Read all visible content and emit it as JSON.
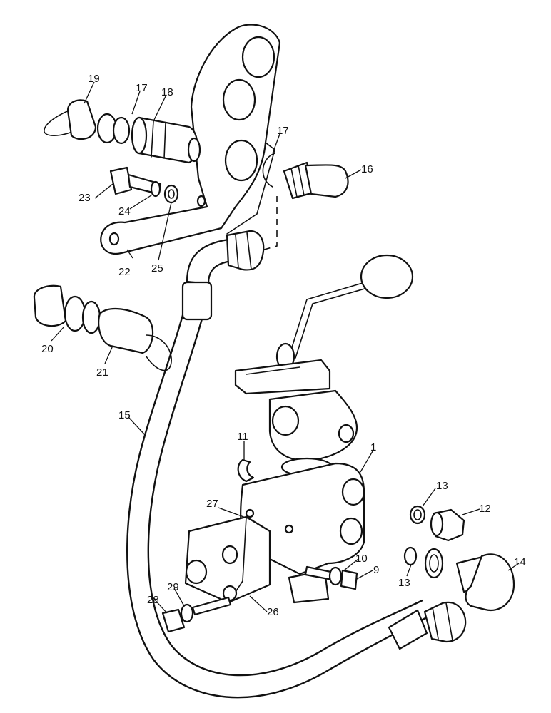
{
  "callouts": {
    "c1": "1",
    "c9": "9",
    "c10": "10",
    "c11": "11",
    "c12": "12",
    "c13a": "13",
    "c13b": "13",
    "c14": "14",
    "c15": "15",
    "c16": "16",
    "c17a": "17",
    "c17b": "17",
    "c18": "18",
    "c19": "19",
    "c20": "20",
    "c21": "21",
    "c22": "22",
    "c23": "23",
    "c24": "24",
    "c25": "25",
    "c26": "26",
    "c27": "27",
    "c28": "28",
    "c29": "29"
  }
}
